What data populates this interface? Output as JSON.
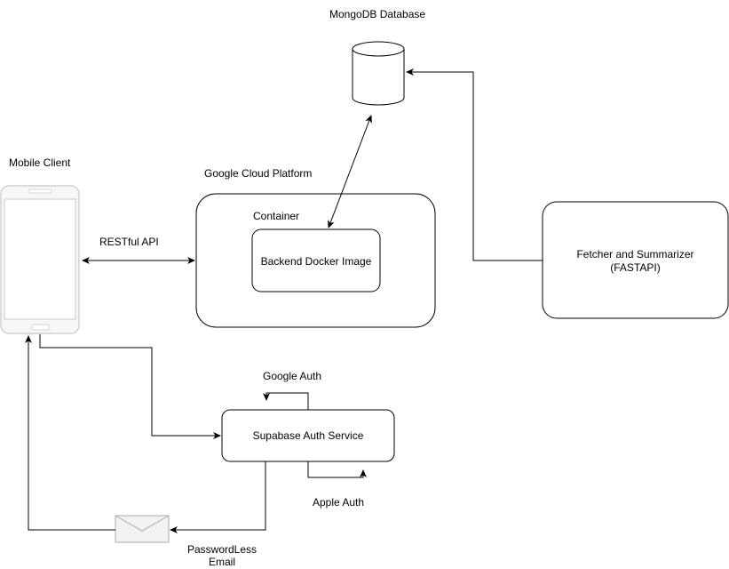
{
  "labels": {
    "mongodb_database": "MongoDB Database",
    "mobile_client": "Mobile Client",
    "google_cloud_platform": "Google Cloud Platform",
    "container": "Container",
    "backend_docker_image": "Backend Docker Image",
    "restful_api": "RESTful API",
    "fetcher_line1": "Fetcher and Summarizer",
    "fetcher_line2": "(FASTAPI)",
    "google_auth": "Google Auth",
    "supabase_auth_service": "Supabase Auth Service",
    "apple_auth": "Apple Auth",
    "passwordless_line1": "PasswordLess",
    "passwordless_line2": "Email"
  },
  "colors": {
    "stroke": "#000000",
    "phone_body": "#f7f7f7",
    "phone_stroke": "#c8c8c8",
    "envelope_fill": "#f2f2f2",
    "envelope_stroke": "#a8a8a8"
  },
  "icons": {
    "database": "database-cylinder-icon",
    "mobile": "smartphone-icon",
    "email": "envelope-icon"
  }
}
